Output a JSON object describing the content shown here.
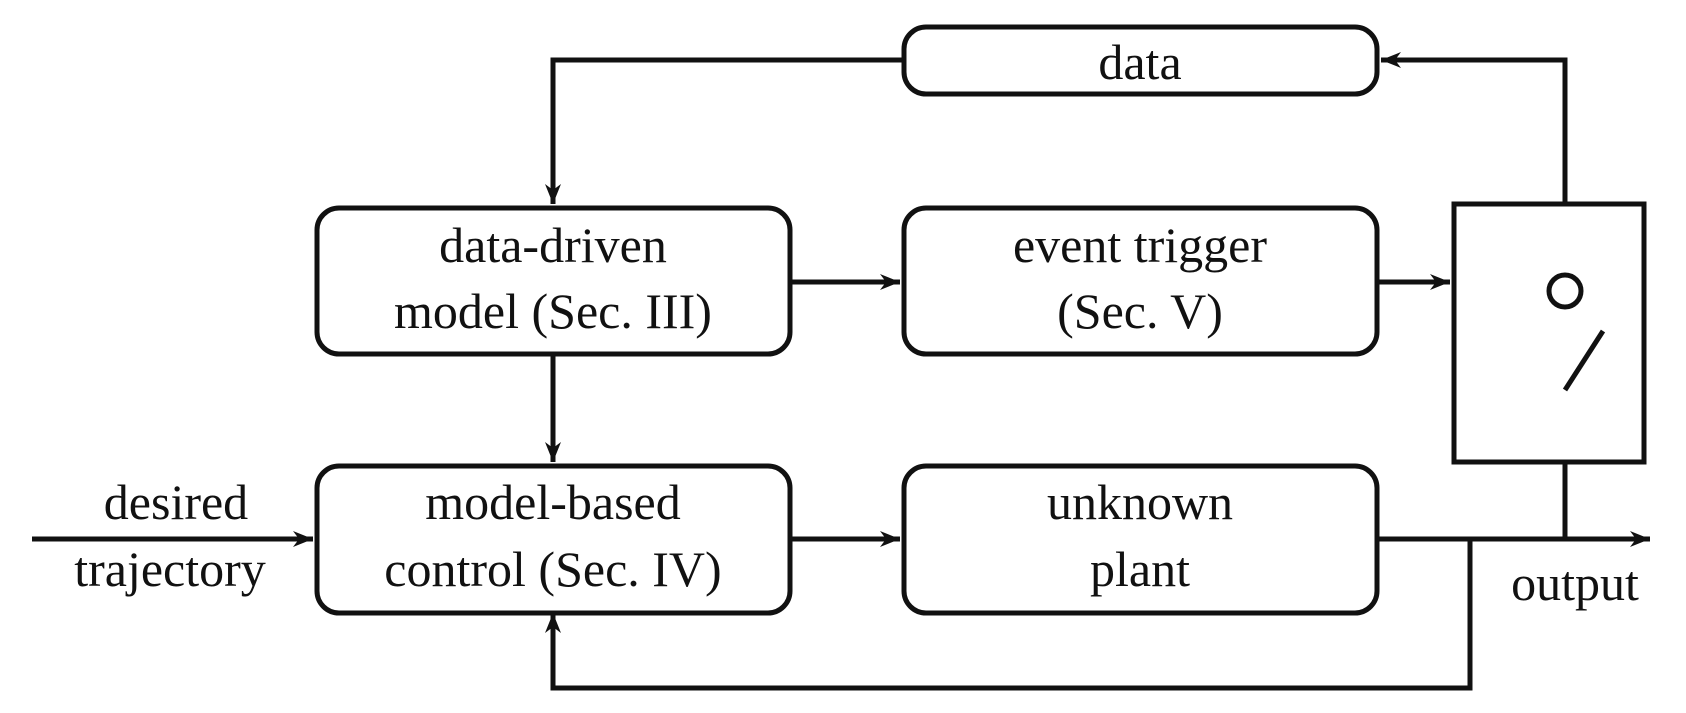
{
  "blocks": {
    "data": {
      "lines": [
        "data"
      ]
    },
    "model": {
      "lines": [
        "data-driven",
        "model (Sec. III)"
      ]
    },
    "trigger": {
      "lines": [
        "event trigger",
        "(Sec. V)"
      ]
    },
    "control": {
      "lines": [
        "model-based",
        "control (Sec. IV)"
      ]
    },
    "plant": {
      "lines": [
        "unknown",
        "plant"
      ]
    }
  },
  "signals": {
    "input": [
      "desired",
      "trajectory"
    ],
    "output": "output"
  },
  "icons": {
    "switch": "switch-icon",
    "switch_contact": "circle-contact-icon"
  },
  "colors": {
    "stroke": "#111111",
    "background": "#ffffff"
  }
}
